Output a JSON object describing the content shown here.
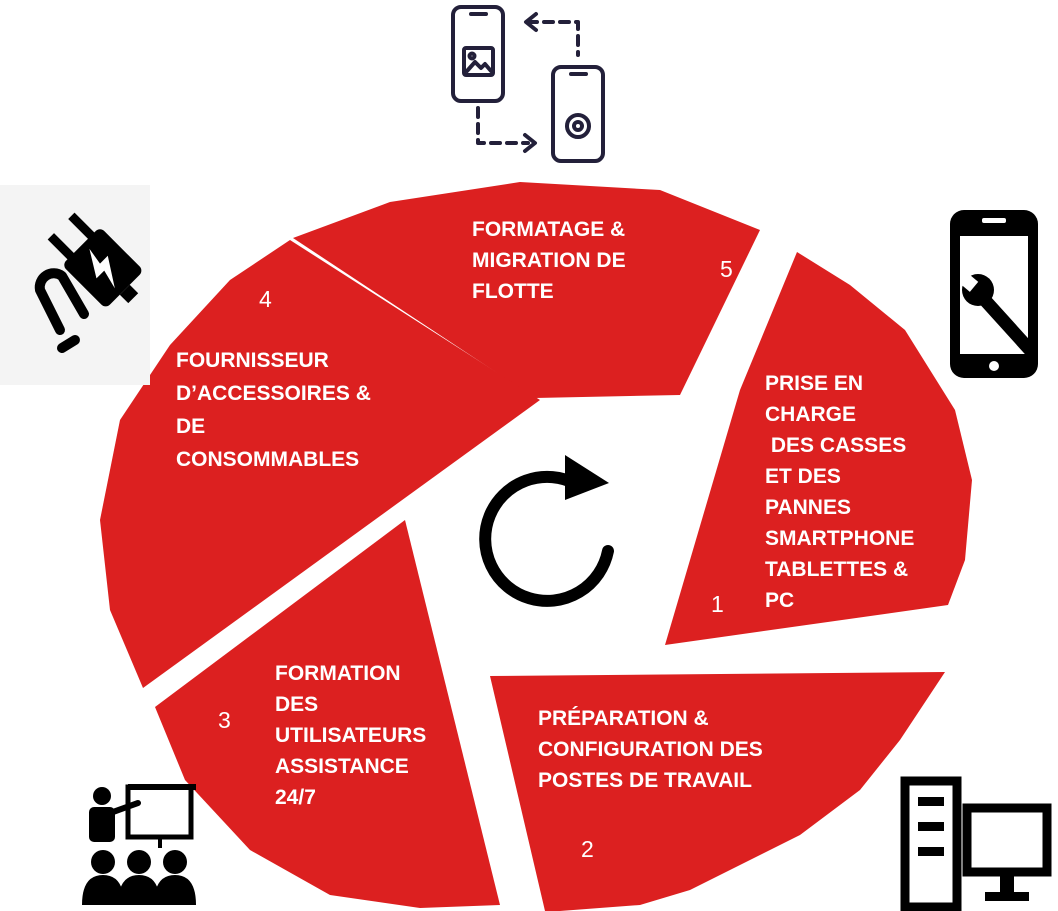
{
  "colors": {
    "segment": "#dc2020",
    "text": "#ffffff",
    "icon": "#000000",
    "icon_line": "#23203a",
    "background": "#ffffff"
  },
  "center_icon": "refresh-cycle-icon",
  "segments": [
    {
      "number": "1",
      "lines": [
        "PRISE EN",
        "CHARGE",
        " DES CASSES",
        "ET DES",
        "PANNES",
        "SMARTPHONE",
        "TABLETTES &",
        "PC"
      ],
      "icon": "phone-wrench-icon"
    },
    {
      "number": "2",
      "lines": [
        "PRÉPARATION &",
        "CONFIGURATION DES",
        "POSTES DE TRAVAIL"
      ],
      "icon": "desktop-computer-icon"
    },
    {
      "number": "3",
      "lines": [
        "FORMATION",
        "DES",
        "UTILISATEURS",
        "ASSISTANCE",
        "24/7"
      ],
      "icon": "training-presentation-icon"
    },
    {
      "number": "4",
      "lines": [
        "FOURNISSEUR",
        "D’ACCESSOIRES &",
        "DE",
        "CONSOMMABLES"
      ],
      "icon": "charger-plug-icon"
    },
    {
      "number": "5",
      "lines": [
        "FORMATAGE &",
        "MIGRATION DE",
        "FLOTTE"
      ],
      "icon": "phone-migration-icon"
    }
  ]
}
